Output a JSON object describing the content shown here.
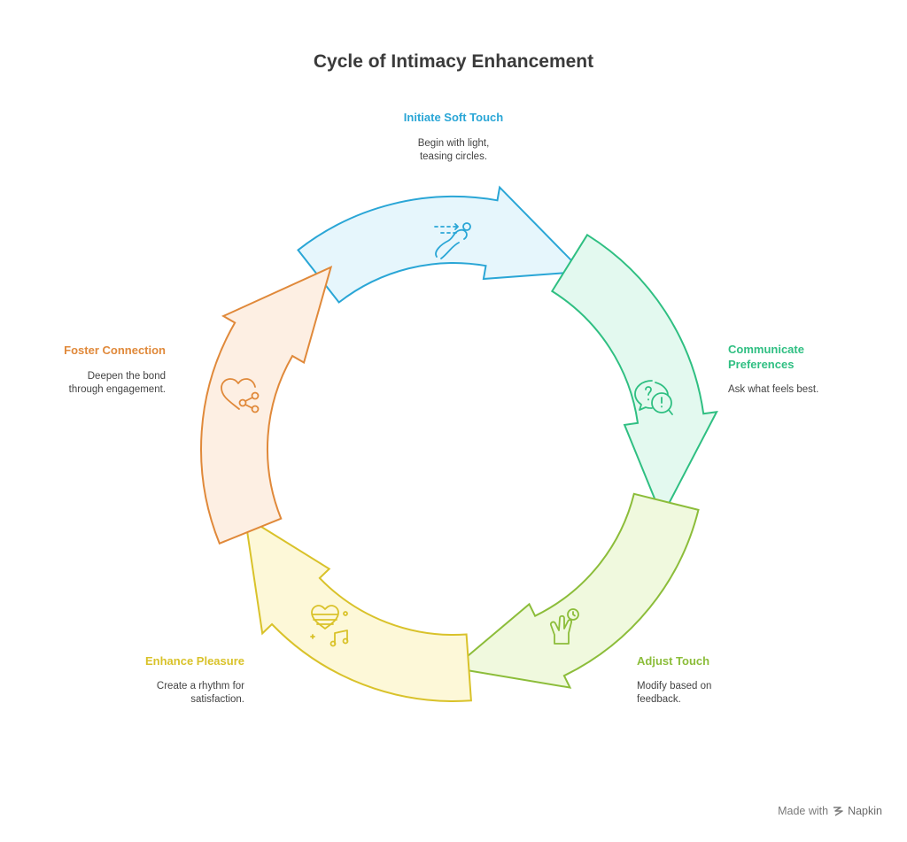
{
  "title": "Cycle of Intimacy Enhancement",
  "stages": [
    {
      "label": "Initiate Soft Touch",
      "desc": "Begin with light,\nteasing circles.",
      "color": "#2aa6d6",
      "fill": "#e6f6fc",
      "icon": "touch-path-icon"
    },
    {
      "label": "Communicate\nPreferences",
      "desc": "Ask what feels best.",
      "color": "#2fbf82",
      "fill": "#e3f9ef",
      "icon": "speech-bubbles-icon"
    },
    {
      "label": "Adjust Touch",
      "desc": "Modify based on\nfeedback.",
      "color": "#8cbd3a",
      "fill": "#f0f9de",
      "icon": "hand-clock-icon"
    },
    {
      "label": "Enhance Pleasure",
      "desc": "Create a rhythm for\nsatisfaction.",
      "color": "#d9c22a",
      "fill": "#fdf8d8",
      "icon": "heart-music-icon"
    },
    {
      "label": "Foster Connection",
      "desc": "Deepen the bond\nthrough engagement.",
      "color": "#e0893a",
      "fill": "#fdefe3",
      "icon": "heart-share-icon"
    }
  ],
  "footer": {
    "made_with": "Made with",
    "brand": "Napkin"
  }
}
